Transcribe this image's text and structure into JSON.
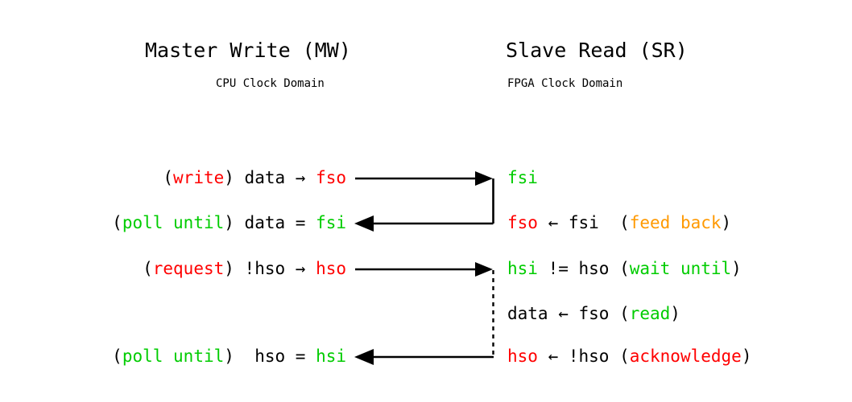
{
  "diagram": {
    "title": "Master Write / Slave Read handshake across clock domains",
    "background": "#ffffff",
    "colors": {
      "ink": "#000000",
      "red": "#ff0000",
      "green": "#00cc00",
      "orange": "#ff9900"
    }
  },
  "columns": {
    "left": {
      "title": "Master Write (MW)",
      "subtitle": "CPU Clock Domain"
    },
    "right": {
      "title": "Slave Read (SR)",
      "subtitle": "FPGA Clock Domain"
    }
  },
  "rows": [
    {
      "id": "row-1-write",
      "left": {
        "text": "(write) data → fso",
        "tokens": [
          {
            "t": "(",
            "c": "black"
          },
          {
            "t": "write",
            "c": "red"
          },
          {
            "t": ") data → ",
            "c": "black"
          },
          {
            "t": "fso",
            "c": "red"
          }
        ]
      },
      "right": {
        "text": "fsi",
        "tokens": [
          {
            "t": "fsi",
            "c": "green"
          }
        ]
      }
    },
    {
      "id": "row-2-feedback",
      "left": {
        "text": "(poll until) data = fsi",
        "tokens": [
          {
            "t": "(",
            "c": "black"
          },
          {
            "t": "poll until",
            "c": "green"
          },
          {
            "t": ") data = ",
            "c": "black"
          },
          {
            "t": "fsi",
            "c": "green"
          }
        ]
      },
      "right": {
        "text": "fso ← fsi  (feed back)",
        "tokens": [
          {
            "t": "fso",
            "c": "red"
          },
          {
            "t": " ← fsi  (",
            "c": "black"
          },
          {
            "t": "feed back",
            "c": "orange"
          },
          {
            "t": ")",
            "c": "black"
          }
        ]
      }
    },
    {
      "id": "row-3-request",
      "left": {
        "text": "(request) !hso → hso",
        "tokens": [
          {
            "t": "(",
            "c": "black"
          },
          {
            "t": "request",
            "c": "red"
          },
          {
            "t": ") !hso → ",
            "c": "black"
          },
          {
            "t": "hso",
            "c": "red"
          }
        ]
      },
      "right": {
        "text": "hsi != hso (wait until)",
        "tokens": [
          {
            "t": "hsi",
            "c": "green"
          },
          {
            "t": " != hso (",
            "c": "black"
          },
          {
            "t": "wait until",
            "c": "green"
          },
          {
            "t": ")",
            "c": "black"
          }
        ]
      }
    },
    {
      "id": "row-4-read",
      "left": {
        "text": "",
        "tokens": []
      },
      "right": {
        "text": "data ← fso (read)",
        "tokens": [
          {
            "t": "data ← fso (",
            "c": "black"
          },
          {
            "t": "read",
            "c": "green"
          },
          {
            "t": ")",
            "c": "black"
          }
        ]
      }
    },
    {
      "id": "row-5-acknowledge",
      "left": {
        "text": "(poll until)  hso = hsi",
        "tokens": [
          {
            "t": "(",
            "c": "black"
          },
          {
            "t": "poll until",
            "c": "green"
          },
          {
            "t": ")  hso = ",
            "c": "black"
          },
          {
            "t": "hsi",
            "c": "green"
          }
        ]
      },
      "right": {
        "text": "hso ← !hso (acknowledge)",
        "tokens": [
          {
            "t": "hso",
            "c": "red"
          },
          {
            "t": " ← !hso (",
            "c": "black"
          },
          {
            "t": "acknowledge",
            "c": "red"
          },
          {
            "t": ")",
            "c": "black"
          }
        ]
      }
    }
  ],
  "connectors": [
    {
      "id": "connector-data-forward",
      "style": "solid",
      "direction": "left-to-right",
      "from_row": "row-1-write",
      "to_row": "row-1-write"
    },
    {
      "id": "connector-data-feedback",
      "style": "solid",
      "direction": "right-to-left",
      "from_row": "row-1-write",
      "to_row": "row-2-feedback"
    },
    {
      "id": "connector-handshake-request",
      "style": "solid",
      "direction": "left-to-right",
      "from_row": "row-3-request",
      "to_row": "row-3-request"
    },
    {
      "id": "connector-handshake-wait",
      "style": "dashed",
      "direction": "down",
      "from_row": "row-3-request",
      "to_row": "row-5-acknowledge"
    },
    {
      "id": "connector-handshake-ack",
      "style": "solid",
      "direction": "right-to-left",
      "from_row": "row-5-acknowledge",
      "to_row": "row-5-acknowledge"
    }
  ]
}
